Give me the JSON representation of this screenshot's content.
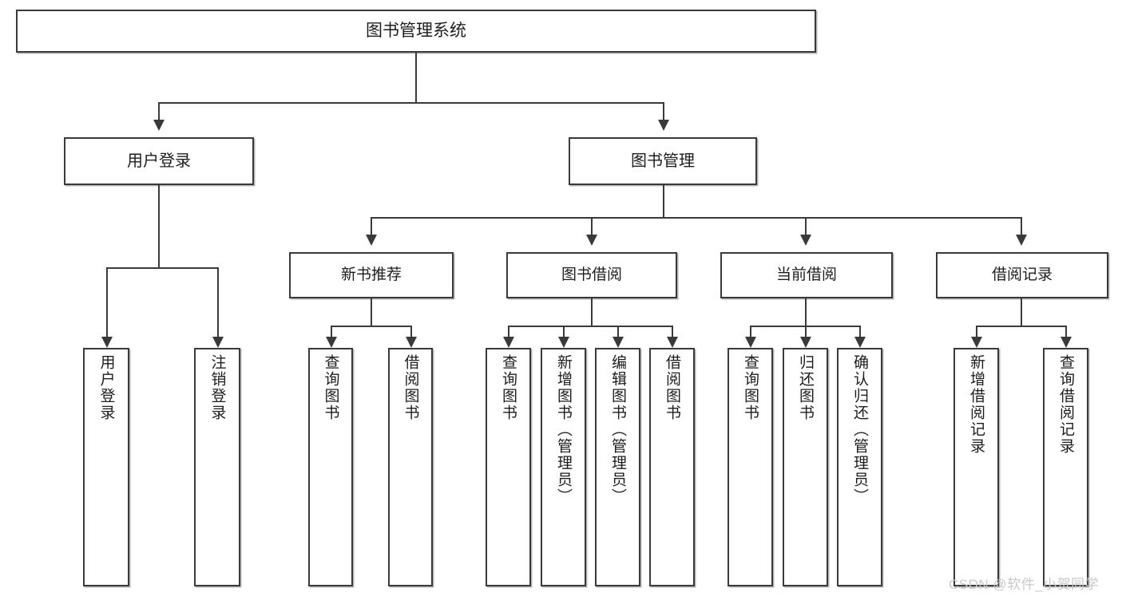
{
  "diagram": {
    "type": "tree-hierarchy-chart",
    "title": "图书管理系统",
    "root": {
      "label": "图书管理系统"
    },
    "level1": [
      {
        "id": "user-login",
        "label": "用户登录"
      },
      {
        "id": "book-manage",
        "label": "图书管理"
      }
    ],
    "level2": [
      {
        "id": "new-book-recommend",
        "label": "新书推荐",
        "parent": "book-manage"
      },
      {
        "id": "book-borrow",
        "label": "图书借阅",
        "parent": "book-manage"
      },
      {
        "id": "current-borrow",
        "label": "当前借阅",
        "parent": "book-manage"
      },
      {
        "id": "borrow-record",
        "label": "借阅记录",
        "parent": "book-manage"
      }
    ],
    "leaves": [
      {
        "id": "leaf-user-login",
        "label": "用户登录",
        "parent": "user-login"
      },
      {
        "id": "leaf-logout",
        "label": "注销登录",
        "parent": "user-login"
      },
      {
        "id": "leaf-query-book-1",
        "label": "查询图书",
        "parent": "new-book-recommend"
      },
      {
        "id": "leaf-borrow-book-1",
        "label": "借阅图书",
        "parent": "new-book-recommend"
      },
      {
        "id": "leaf-query-book-2",
        "label": "查询图书",
        "parent": "book-borrow"
      },
      {
        "id": "leaf-add-book",
        "label": "新增图书（管理员）",
        "parent": "book-borrow"
      },
      {
        "id": "leaf-edit-book",
        "label": "编辑图书（管理员）",
        "parent": "book-borrow"
      },
      {
        "id": "leaf-borrow-book-2",
        "label": "借阅图书",
        "parent": "book-borrow"
      },
      {
        "id": "leaf-query-book-3",
        "label": "查询图书",
        "parent": "current-borrow"
      },
      {
        "id": "leaf-return-book",
        "label": "归还图书",
        "parent": "current-borrow"
      },
      {
        "id": "leaf-confirm-return",
        "label": "确认归还（管理员）",
        "parent": "current-borrow"
      },
      {
        "id": "leaf-add-record",
        "label": "新增借阅记录",
        "parent": "borrow-record"
      },
      {
        "id": "leaf-query-record",
        "label": "查询借阅记录",
        "parent": "borrow-record"
      }
    ],
    "watermark": "CSDN @软件_小贺同学",
    "colors": {
      "stroke": "#3a3a3a",
      "background": "#ffffff",
      "text": "#1d1d1d",
      "watermark": "#c9c9c9"
    }
  }
}
